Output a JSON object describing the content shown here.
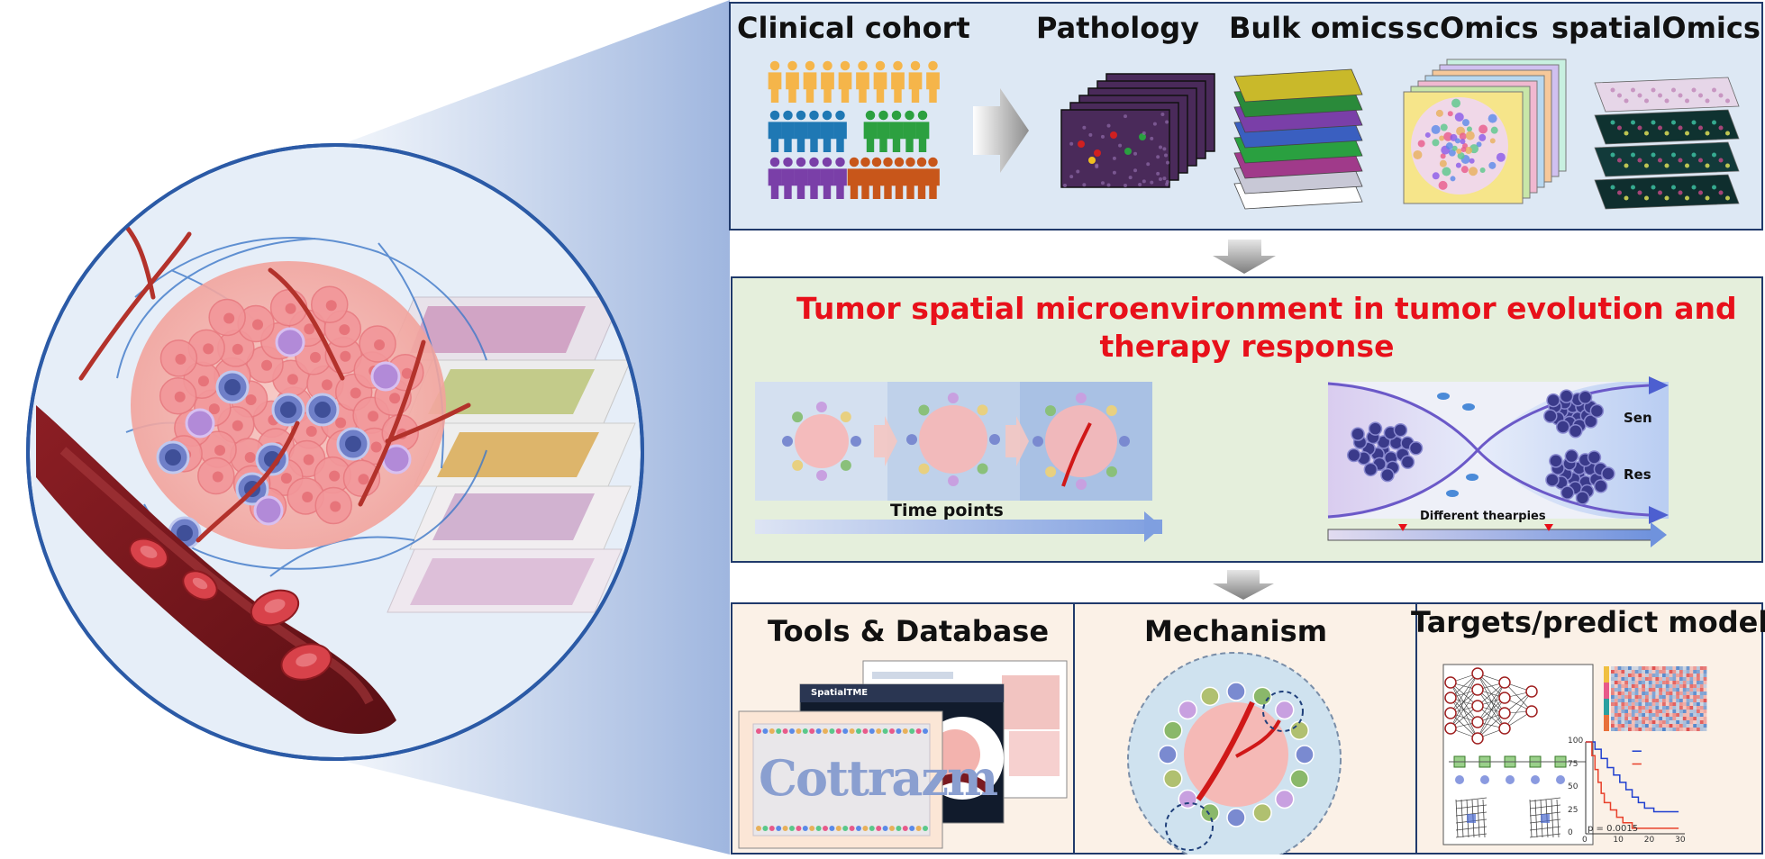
{
  "top_panel": {
    "headers": [
      "Clinical cohort",
      "Pathology",
      "Bulk omics",
      "scOmics",
      "spatialOmics"
    ],
    "colors": {
      "background": "#dde8f4",
      "border": "#203a6b"
    }
  },
  "middle_panel": {
    "title_line1": "Tumor spatial microenvironment in tumor evolution and",
    "title_line2": "therapy response",
    "time_label": "Time points",
    "therapy_label": "Different thearpies",
    "sen_label": "Sen",
    "res_label": "Res",
    "colors": {
      "background": "#e5efdc",
      "title": "#e8101a"
    }
  },
  "bottom_panels": {
    "tools_title": "Tools & Database",
    "mechanism_title": "Mechanism",
    "targets_title": "Targets/predict model",
    "app_window_title": "SpatialTME",
    "logo_text": "Cottrazm",
    "pvalue": "p = 0.0015",
    "km_y_ticks": [
      "100",
      "75",
      "50",
      "25",
      "0"
    ],
    "km_x_ticks": [
      "0",
      "10",
      "20",
      "30"
    ],
    "colors": {
      "background": "#fbf1e7"
    }
  },
  "cohort_colors": [
    "#f5b54a",
    "#1f78b4",
    "#2ca040",
    "#7a3fa8",
    "#c8561a"
  ]
}
